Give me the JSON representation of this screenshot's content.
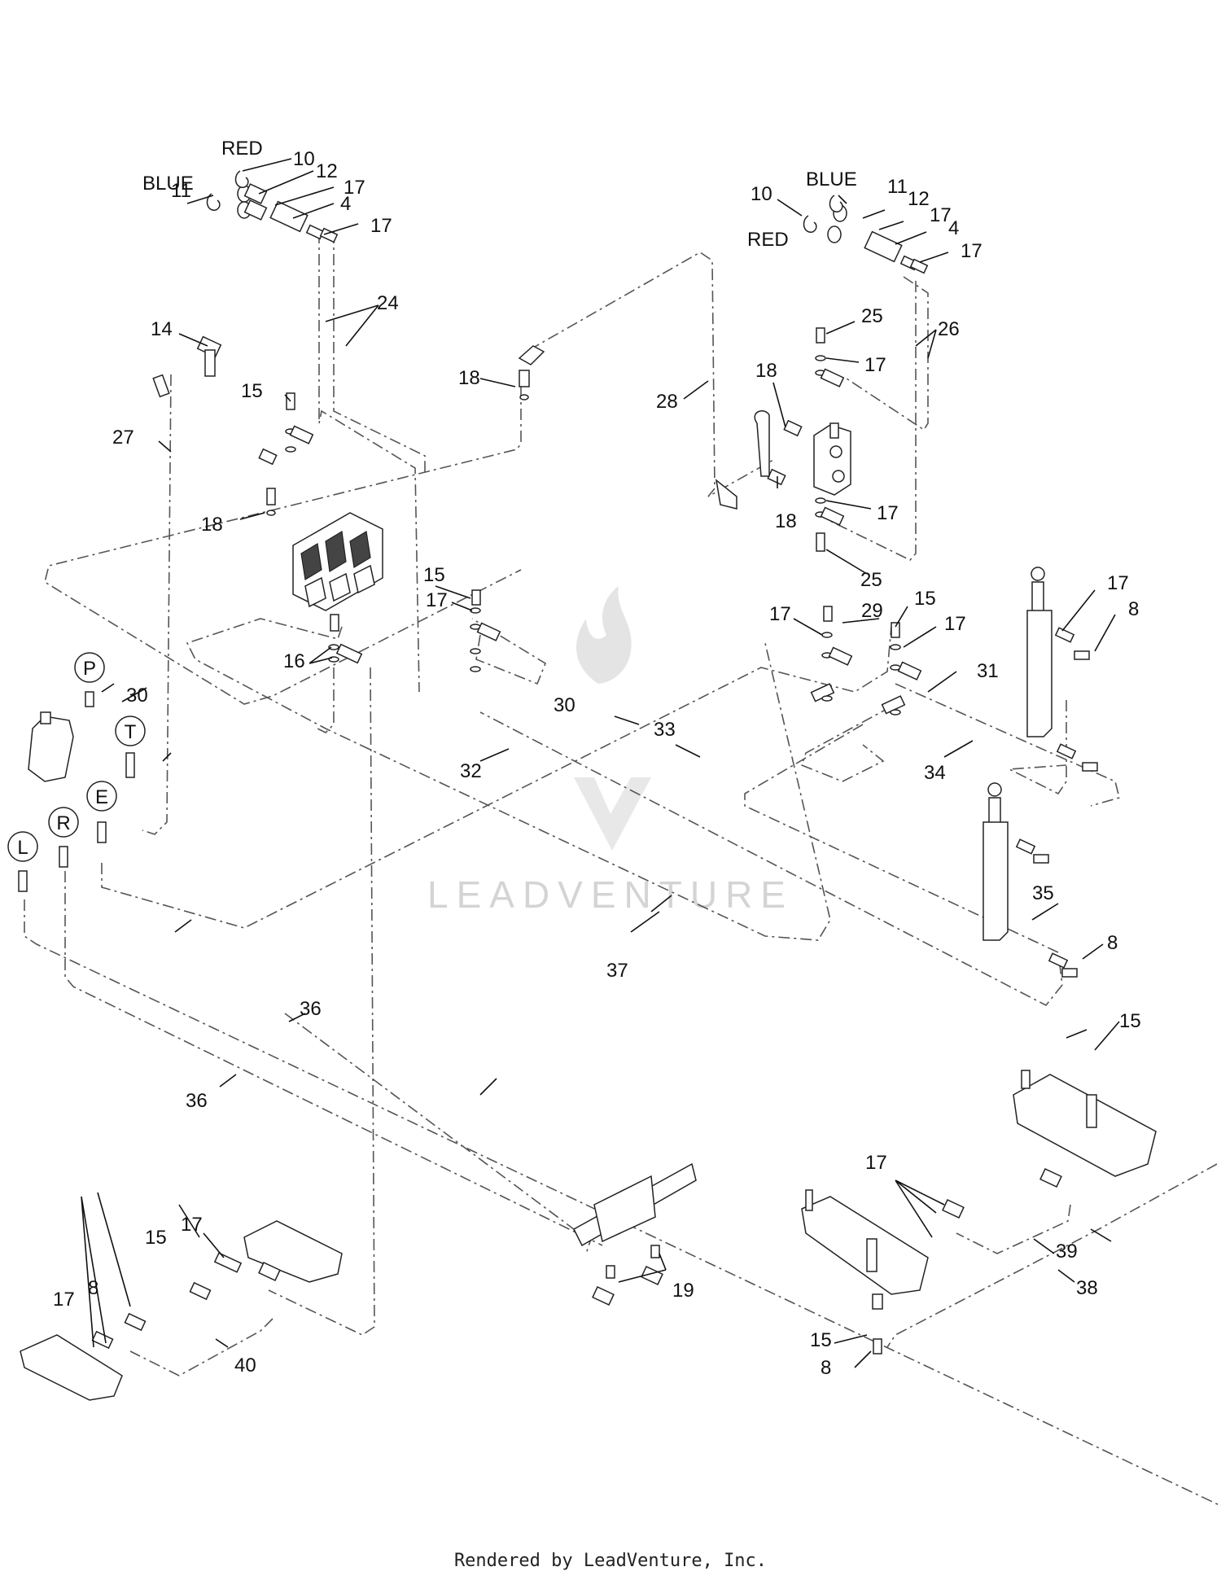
{
  "diagram": {
    "color_words": {
      "blue_left": "BLUE",
      "red_left": "RED",
      "blue_right": "BLUE",
      "red_right": "RED"
    },
    "port_labels": {
      "p": "P",
      "t": "T",
      "e": "E",
      "r": "R",
      "l": "L"
    },
    "callouts": {
      "c4a": "4",
      "c4b": "4",
      "c8a": "8",
      "c8b": "8",
      "c8c": "8",
      "c8d": "8",
      "c10a": "10",
      "c10b": "10",
      "c11a": "11",
      "c11b": "11",
      "c12a": "12",
      "c12b": "12",
      "c14": "14",
      "c15a": "15",
      "c15b": "15",
      "c15c": "15",
      "c15d": "15",
      "c15e": "15",
      "c15f": "15",
      "c16": "16",
      "c17a": "17",
      "c17b": "17",
      "c17c": "17",
      "c17d": "17",
      "c17e": "17",
      "c17f": "17",
      "c17g": "17",
      "c17h": "17",
      "c17i": "17",
      "c17j": "17",
      "c17k": "17",
      "c17l": "17",
      "c18a": "18",
      "c18b": "18",
      "c18c": "18",
      "c18d": "18",
      "c19": "19",
      "c24": "24",
      "c25a": "25",
      "c25b": "25",
      "c26": "26",
      "c27": "27",
      "c28": "28",
      "c29": "29",
      "c30a": "30",
      "c30b": "30",
      "c31": "31",
      "c32": "32",
      "c33": "33",
      "c34": "34",
      "c35": "35",
      "c36a": "36",
      "c36b": "36",
      "c37": "37",
      "c38": "38",
      "c39": "39",
      "c40": "40"
    },
    "watermark": "LEADVENTURE"
  },
  "footer": {
    "text": "Rendered by LeadVenture, Inc."
  }
}
